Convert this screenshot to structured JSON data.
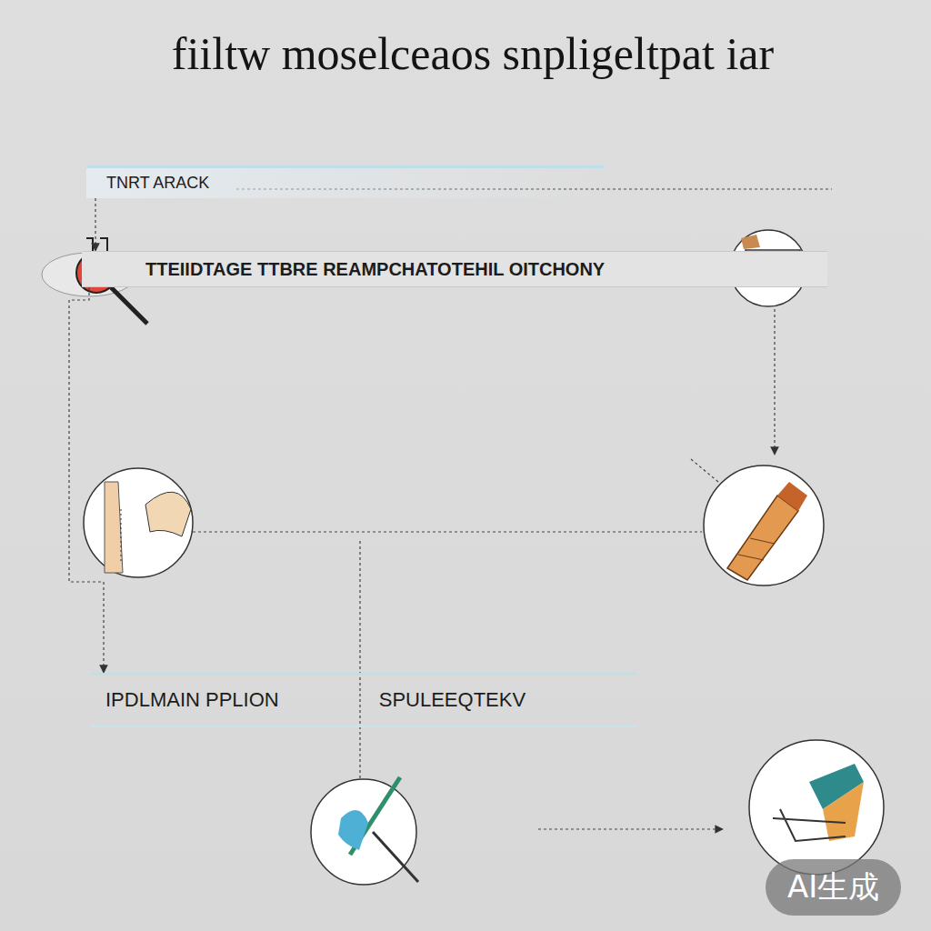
{
  "diagram": {
    "title": "fiiltw moselceaos snpligeltpat iar",
    "nodes": [
      {
        "text": [
          "TNRT ARACK"
        ]
      },
      {
        "text": [
          "TTEIIDTAGE TTBRE REAMPCHATOTEHIL OITCHONY"
        ]
      },
      {
        "text": [
          "IPDLMAIN PPLION",
          "SPULEEQTEKV"
        ]
      }
    ],
    "edges": [
      {
        "from": 0,
        "to": 1,
        "arrow": "to"
      },
      {
        "from": 1,
        "to": 2,
        "arrow": "to"
      }
    ],
    "labels": [
      "AI生成"
    ]
  }
}
